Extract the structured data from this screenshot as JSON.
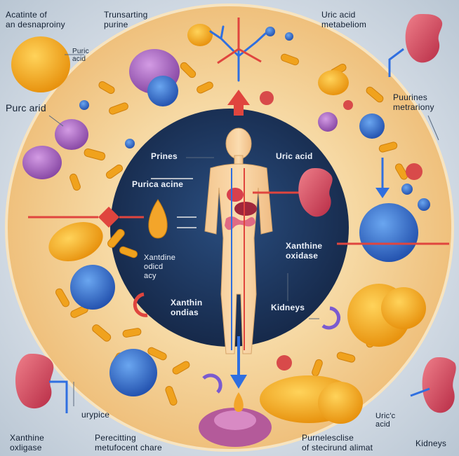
{
  "labels": {
    "top_left": "Acatinte of\nan desnaproiny",
    "top_center": "Trunsarting\npurine",
    "top_right": "Uric acid\nmetabeliom",
    "puric_acid_small": "Puric\nacid",
    "purc_arid": "Purc arid",
    "right_top": "Puurines\nmetrariony",
    "prines": "Prines",
    "uric_acid_inner": "Uric acid",
    "purica_acine": "Purica acine",
    "xanthine_oxidase": "Xanthine\noxidase",
    "xantdine_left": "Xantdine\nodicd\nacy",
    "xanthin_ondias": "Xanthin\nondias",
    "kidneys_inner": "Kidneys",
    "urypice": "urypice",
    "bottom_left": "Xanthine\noxligase",
    "bottom_center": "Perecitting\nmetufocent chare",
    "uric_acid_bottom": "Uric'c\nacid",
    "bottom_right_center": "Purnelesclise\nof stecirund alimat",
    "kidneys_bottom": "Kidneys"
  },
  "colors": {
    "ring": "#f2c98a",
    "center": "#1f3a63",
    "orange": "#f2a21c",
    "blue_cell": "#3b78d6",
    "kidney": "#cf3f55",
    "purple_cell": "#a96ac8",
    "arrow_red": "#e0453e",
    "arrow_blue": "#2f6fe0"
  }
}
